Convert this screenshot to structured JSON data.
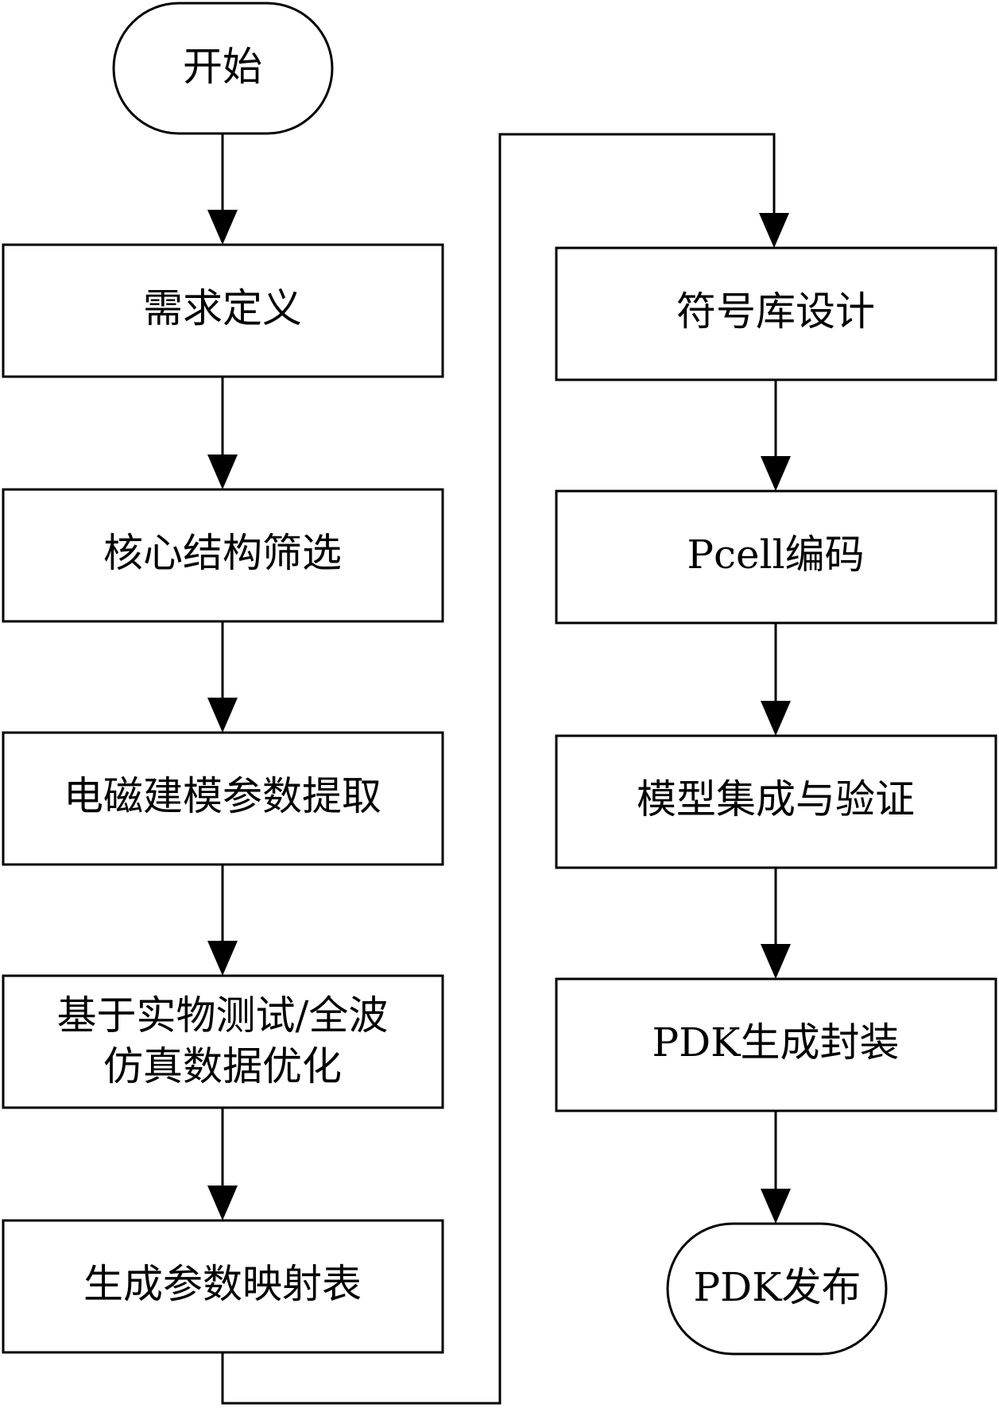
{
  "nodes": {
    "start": "开始",
    "requirements": "需求定义",
    "core_structure": "核心结构筛选",
    "em_extraction": "电磁建模参数提取",
    "optimization_line1": "基于实物测试/全波",
    "optimization_line2": "仿真数据优化",
    "mapping_table": "生成参数映射表",
    "symbol_library": "符号库设计",
    "pcell": "Pcell编码",
    "model_integration": "模型集成与验证",
    "pdk_packaging": "PDK生成封装",
    "pdk_release": "PDK发布"
  }
}
